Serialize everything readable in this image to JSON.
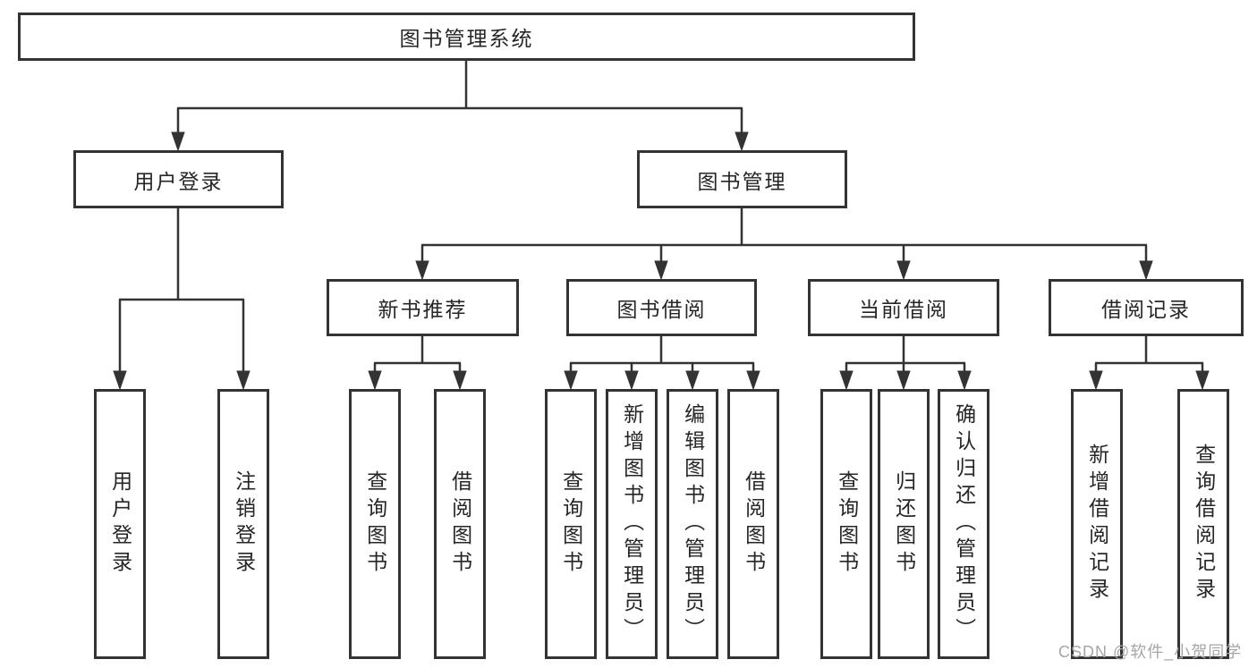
{
  "tree": {
    "label": "图书管理系统",
    "children": [
      {
        "label": "用户登录",
        "children": [
          {
            "label": "用户登录"
          },
          {
            "label": "注销登录"
          }
        ]
      },
      {
        "label": "图书管理",
        "children": [
          {
            "label": "新书推荐",
            "children": [
              {
                "label": "查询图书"
              },
              {
                "label": "借阅图书"
              }
            ]
          },
          {
            "label": "图书借阅",
            "children": [
              {
                "label": "查询图书"
              },
              {
                "label": "新增图书（管理员）"
              },
              {
                "label": "编辑图书（管理员）"
              },
              {
                "label": "借阅图书"
              }
            ]
          },
          {
            "label": "当前借阅",
            "children": [
              {
                "label": "查询图书"
              },
              {
                "label": "归还图书"
              },
              {
                "label": "确认归还（管理员）"
              }
            ]
          },
          {
            "label": "借阅记录",
            "children": [
              {
                "label": "新增借阅记录"
              },
              {
                "label": "查询借阅记录"
              }
            ]
          }
        ]
      }
    ]
  },
  "watermark": {
    "text": "CSDN @软件_小贺同学"
  },
  "colors": {
    "line": "#333333",
    "text": "#262626",
    "watermark": "#a6a6a6",
    "background": "#ffffff"
  }
}
